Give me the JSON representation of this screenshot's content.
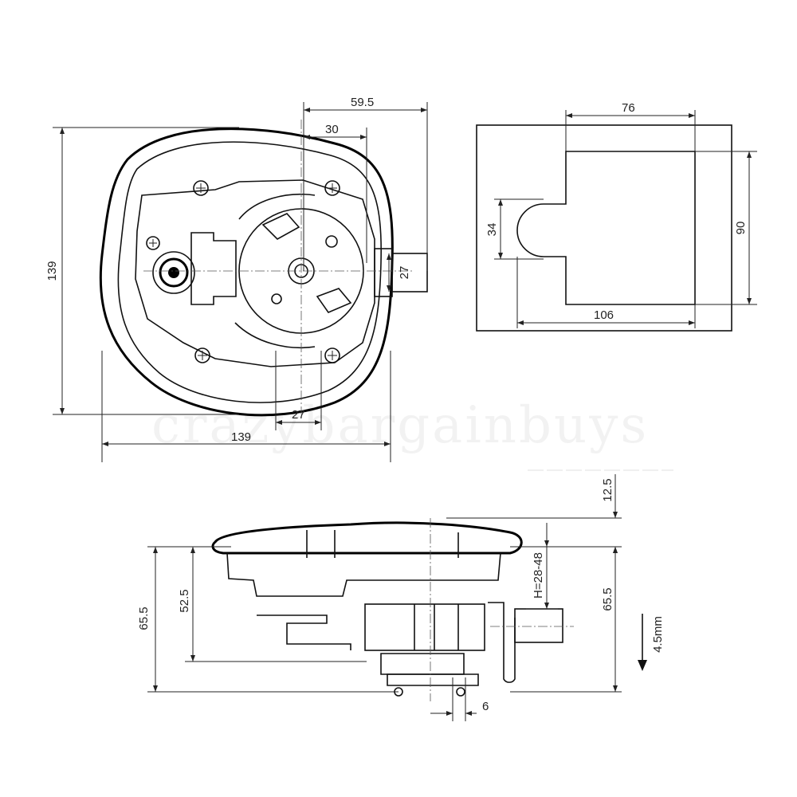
{
  "dimensions": {
    "top_width_overall": "59.5",
    "top_width_inner": "30",
    "cutout_width": "76",
    "front_height": "139",
    "front_width": "139",
    "bottom_offset": "27",
    "stem_width": "27",
    "cutout_notch": "34",
    "cutout_height": "90",
    "panel_width": "106",
    "side_top_gap": "12.5",
    "side_height_left": "65.5",
    "side_inner_height": "52.5",
    "side_height_right": "65.5",
    "grip_range": "H=28-48",
    "travel": "4.5mm",
    "bolt_width": "6"
  },
  "watermark": "crazybargainbuys"
}
